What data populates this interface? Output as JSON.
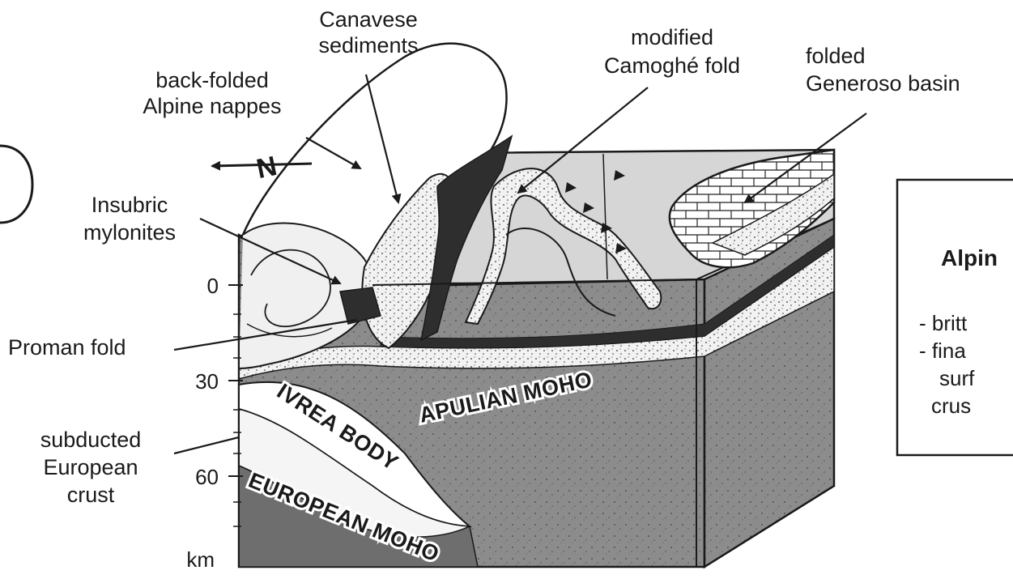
{
  "labels": {
    "canavese": [
      "Canavese",
      "sediments"
    ],
    "camoghe": [
      "modified",
      "Camoghé fold"
    ],
    "generoso": [
      "folded",
      "Generoso basin"
    ],
    "backfolded": [
      "back-folded",
      "Alpine nappes"
    ],
    "insubric": [
      "Insubric",
      "mylonites"
    ],
    "proman": "Proman fold",
    "subducted": [
      "subducted",
      "European",
      "crust"
    ]
  },
  "body_labels": {
    "ivrea": "IVREA BODY",
    "apulian": "APULIAN MOHO",
    "european": "EUROPEAN MOHO"
  },
  "axis": {
    "ticks": [
      "0",
      "30",
      "60"
    ],
    "unit": "km"
  },
  "north_arrow": "N",
  "info_box": {
    "title": "Alpin",
    "items": [
      "- britt",
      "- fina",
      "surf",
      "crus"
    ]
  },
  "colors": {
    "ink": "#1a1a1a",
    "dark_gray": "#7a7a7a",
    "medium_gray": "#b5b5b5",
    "light_gray": "#d9d9d9",
    "mylonite": "#3a3a3a"
  }
}
